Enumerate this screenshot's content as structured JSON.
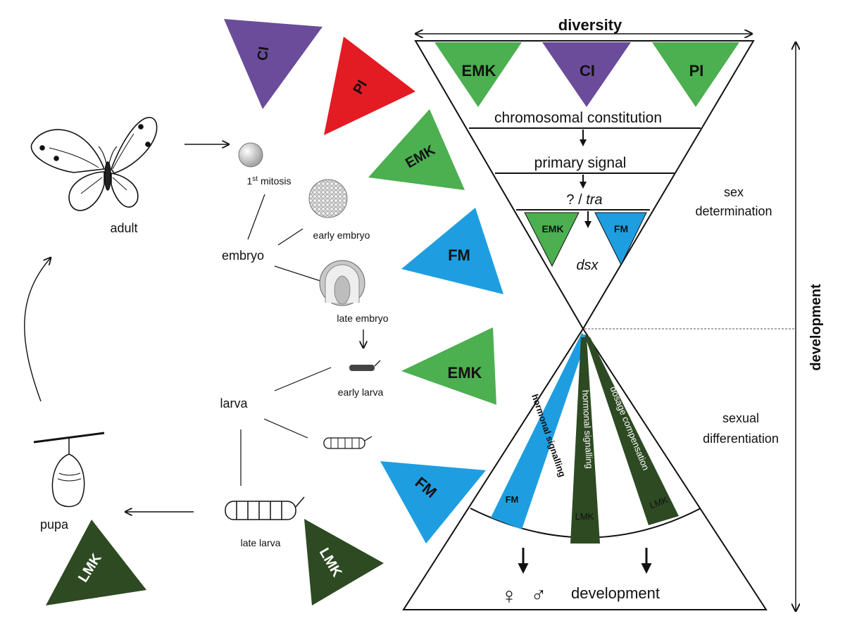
{
  "colors": {
    "emk": "#4caf50",
    "ci": "#6b4c9a",
    "pi": "#e31b23",
    "fm": "#1e9ee0",
    "lmk": "#2d4a22",
    "line": "#111111"
  },
  "top_labels": {
    "diversity": "diversity",
    "development_vertical": "development"
  },
  "cycle": {
    "adult": "adult",
    "first_mitosis_prefix": "1",
    "first_mitosis_sup": "st",
    "first_mitosis_suffix": " mitosis",
    "embryo": "embryo",
    "early_embryo": "early embryo",
    "late_embryo": "late embryo",
    "larva": "larva",
    "early_larva": "early larva",
    "late_larva": "late larva",
    "pupa": "pupa"
  },
  "side_triangles": {
    "ci": "CI",
    "pi": "PI",
    "emk_1": "EMK",
    "fm_1": "FM",
    "emk_2": "EMK",
    "fm_2": "FM",
    "lmk_late_larva": "LMK",
    "lmk_pupa": "LMK"
  },
  "funnel_top": {
    "emk": "EMK",
    "ci": "CI",
    "pi": "PI",
    "chromosomal": "chromosomal constitution",
    "primary_signal": "primary signal",
    "tra_prefix": "? / ",
    "tra": "tra",
    "emk_small": "EMK",
    "fm_small": "FM",
    "dsx": "dsx"
  },
  "funnel_bottom": {
    "stripe_fm_text": "hormonal signalling",
    "stripe_fm_label": "FM",
    "stripe_lmk1_text": "hormonal signalling",
    "stripe_lmk1_label": "LMK",
    "stripe_lmk2_text": "dosage compensation",
    "stripe_lmk2_label": "LMK",
    "female_symbol": "♀",
    "male_symbol": "♂",
    "development": "development"
  },
  "side_labels": {
    "sex": "sex",
    "determination": "determination",
    "sexual": "sexual",
    "differentiation": "differentiation"
  }
}
